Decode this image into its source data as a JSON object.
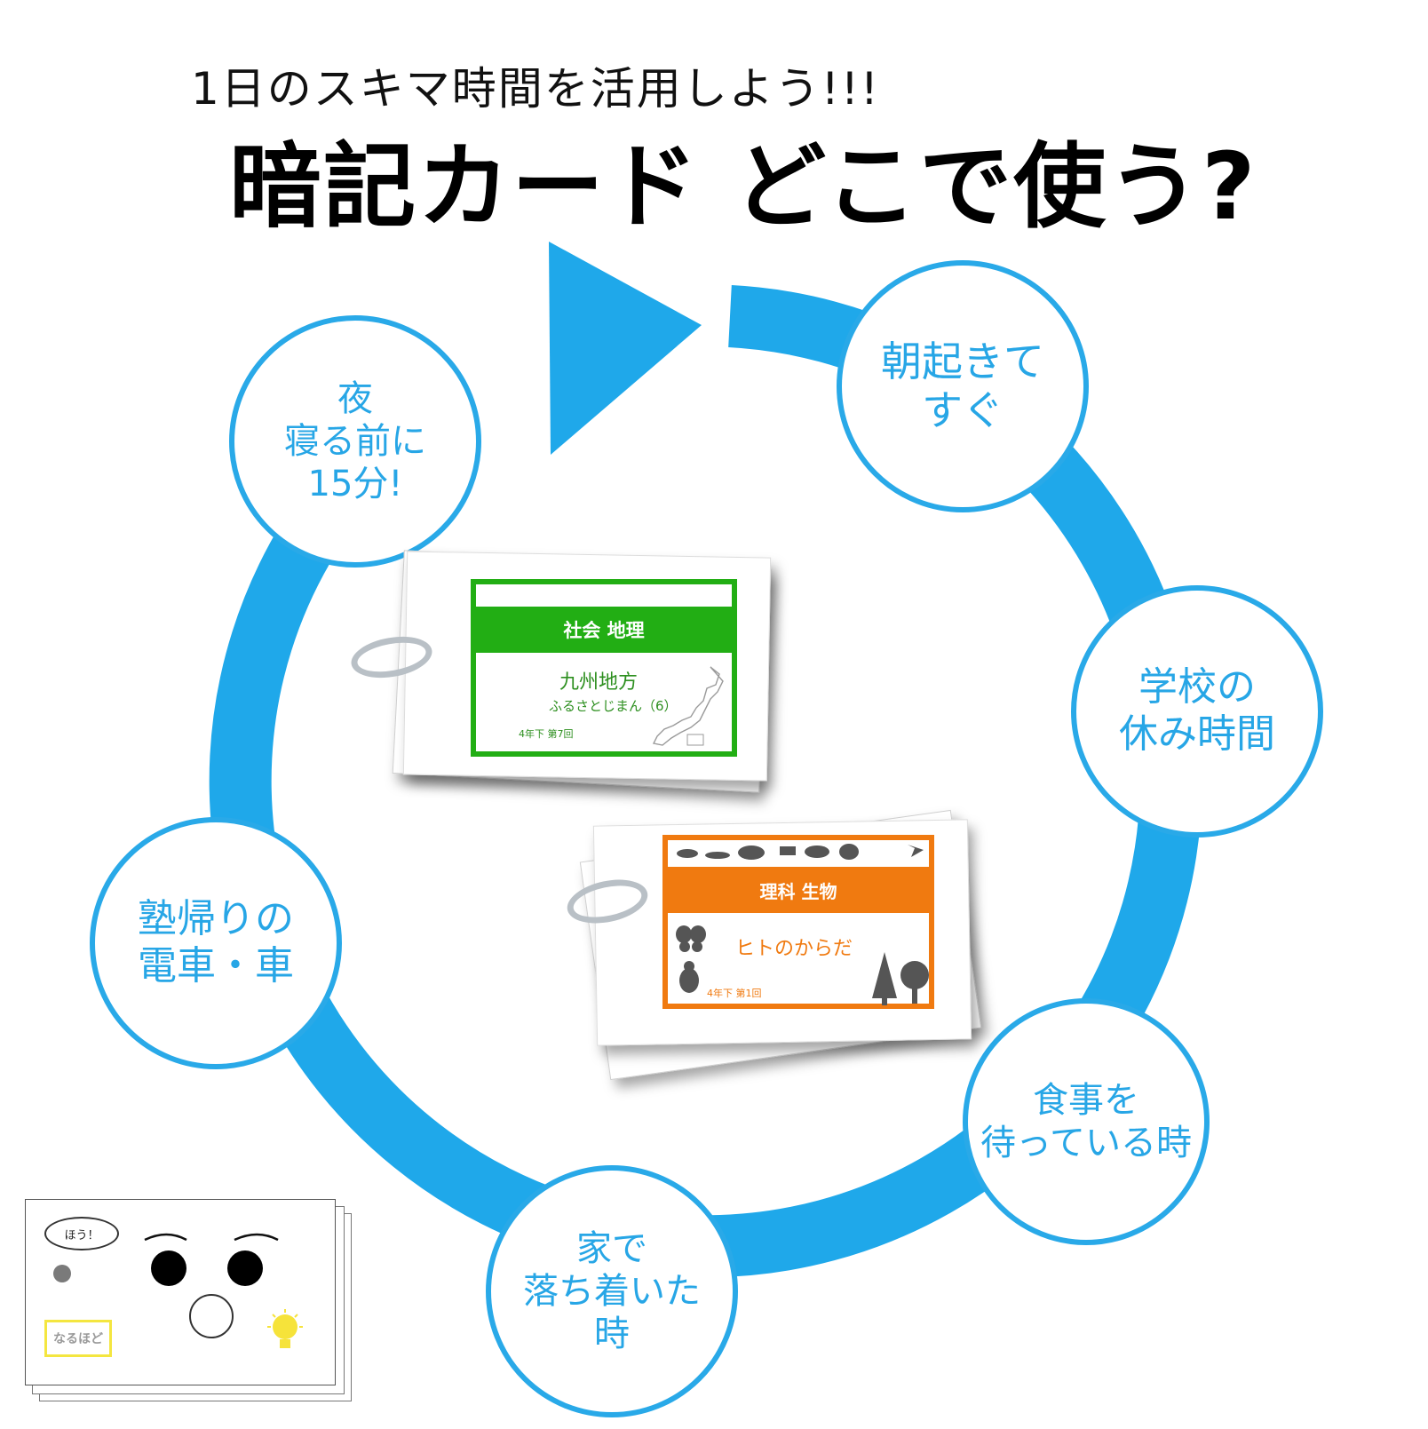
{
  "header": {
    "subtitle": "1日のスキマ時間を活用しよう!!!",
    "title": "暗記カード どこで使う?"
  },
  "bubbles": [
    {
      "id": "morning",
      "lines": [
        "朝起きて",
        "すぐ"
      ]
    },
    {
      "id": "school-break",
      "lines": [
        "学校の",
        "休み時間"
      ]
    },
    {
      "id": "waiting-meal",
      "lines": [
        "食事を",
        "待っている時"
      ]
    },
    {
      "id": "home-calm",
      "lines": [
        "家で",
        "落ち着いた",
        "時"
      ]
    },
    {
      "id": "commute",
      "lines": [
        "塾帰りの",
        "電車・車"
      ]
    },
    {
      "id": "night",
      "lines": [
        "夜",
        "寝る前に",
        "15分!"
      ]
    }
  ],
  "cards": {
    "social": {
      "category": "社会 地理",
      "title": "九州地方",
      "subtitle": "ふるさとじまん（6）",
      "unit": "4年下 第7回",
      "accent": "#22ae14"
    },
    "science": {
      "category": "理科 生物",
      "title": "ヒトのからだ",
      "unit": "4年下 第1回",
      "accent": "#f07a10"
    }
  },
  "mascot_card": {
    "speech": "ほう！",
    "badge": "なるほど"
  },
  "colors": {
    "cycle": "#1fa8ea",
    "bubble_text": "#27a6e6"
  },
  "icons": [
    "cycle-arrow-icon",
    "map-japan-icon",
    "binder-ring-icon",
    "animal-silhouette-icon",
    "butterfly-icon",
    "beetle-icon",
    "tree-icon",
    "lightbulb-icon"
  ]
}
